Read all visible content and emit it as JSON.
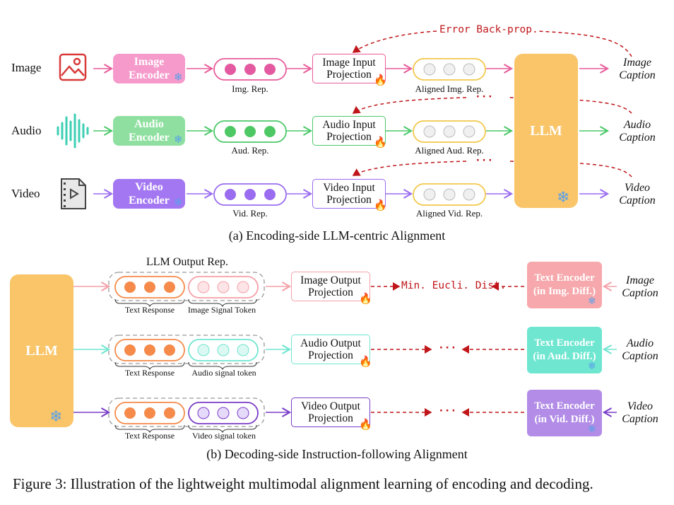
{
  "encoding": {
    "rows": [
      {
        "label": "Image",
        "encoder": [
          "Image",
          "Encoder"
        ],
        "rep_label": "Img. Rep.",
        "projection": [
          "Image Input",
          "Projection"
        ],
        "aligned_label": "Aligned Img. Rep.",
        "caption": [
          "Image",
          "Caption"
        ],
        "color": "#e85c9a"
      },
      {
        "label": "Audio",
        "encoder": [
          "Audio",
          "Encoder"
        ],
        "rep_label": "Aud. Rep.",
        "projection": [
          "Audio Input",
          "Projection"
        ],
        "aligned_label": "Aligned Aud. Rep.",
        "caption": [
          "Audio",
          "Caption"
        ],
        "color": "#4cc86a"
      },
      {
        "label": "Video",
        "encoder": [
          "Video",
          "Encoder"
        ],
        "rep_label": "Vid. Rep.",
        "projection": [
          "Video Input",
          "Projection"
        ],
        "aligned_label": "Aligned Vid. Rep.",
        "caption": [
          "Video",
          "Caption"
        ],
        "color": "#9a6cf0"
      }
    ],
    "llm_label": "LLM",
    "error_label": "Error Back-prop.",
    "ellipsis": "···",
    "subcaption": "(a) Encoding-side LLM-centric Alignment"
  },
  "decoding": {
    "llm_label": "LLM",
    "output_rep_label": "LLM Output Rep.",
    "rows": [
      {
        "text_label": "Text Response",
        "signal_label": "Image Signal Token",
        "projection": [
          "Image Output",
          "Projection"
        ],
        "link": "Min. Eucli. Dist.",
        "text_encoder": [
          "Text Encoder",
          "(in Img. Diff.)"
        ],
        "caption": [
          "Image",
          "Caption"
        ],
        "color": "#f4a0a8"
      },
      {
        "text_label": "Text Response",
        "signal_label": "Audio signal token",
        "projection": [
          "Audio Output",
          "Projection"
        ],
        "link": "···",
        "text_encoder": [
          "Text Encoder",
          "(in Aud. Diff.)"
        ],
        "caption": [
          "Audio",
          "Caption"
        ],
        "color": "#6ee6d0"
      },
      {
        "text_label": "Text Response",
        "signal_label": "Video signal token",
        "projection": [
          "Video Output",
          "Projection"
        ],
        "link": "···",
        "text_encoder": [
          "Text Encoder",
          "(in Vid. Diff.)"
        ],
        "caption": [
          "Video",
          "Caption"
        ],
        "color": "#7a3cc8"
      }
    ],
    "subcaption": "(b) Decoding-side Instruction-following Alignment"
  },
  "figure_caption": "Figure 3: Illustration of the lightweight multimodal alignment learning of encoding and decoding.",
  "colors": {
    "llm": "#f9c568",
    "image": "#e85c9a",
    "audio": "#4cc86a",
    "video": "#9a6cf0",
    "aligned": "#f2c84c",
    "text_resp": "#f58a4a",
    "error": "#c0161a"
  },
  "icons": [
    "image-icon",
    "audio-waveform-icon",
    "video-file-icon",
    "snowflake-icon",
    "fire-icon"
  ]
}
